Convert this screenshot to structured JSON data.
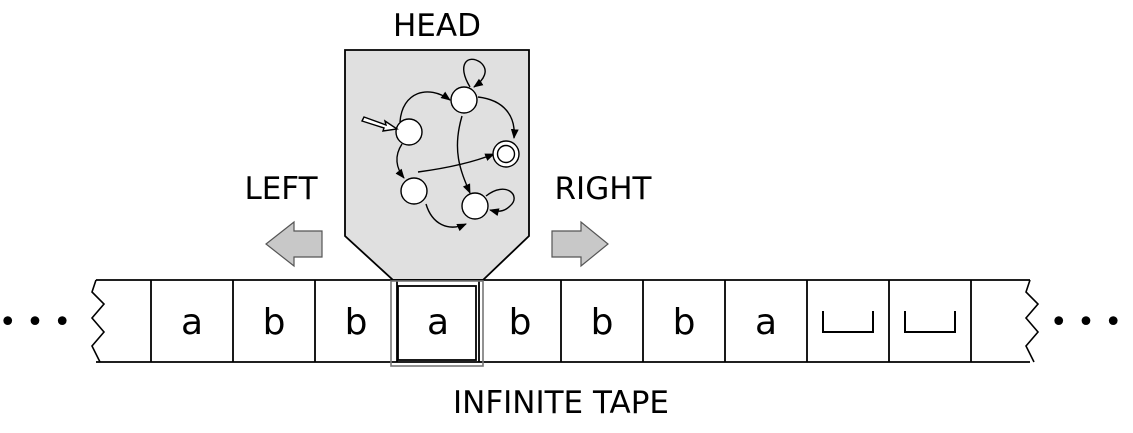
{
  "labels": {
    "head": "HEAD",
    "left": "LEFT",
    "right": "RIGHT",
    "tape": "INFINITE TAPE"
  },
  "tape": {
    "cells": [
      "a",
      "b",
      "b",
      "a",
      "b",
      "b",
      "b",
      "a",
      "blank",
      "blank"
    ],
    "head_cell_index": 3,
    "ellipsis": "• • •"
  },
  "colors": {
    "head_fill": "#e0e0e0",
    "arrow_fill": "#c8c8c8",
    "stroke": "#000000"
  },
  "state_machine": {
    "states": [
      "start",
      "q-top",
      "q-left",
      "q-bottom",
      "accept"
    ],
    "start_state": "start",
    "accept_state": "accept"
  }
}
